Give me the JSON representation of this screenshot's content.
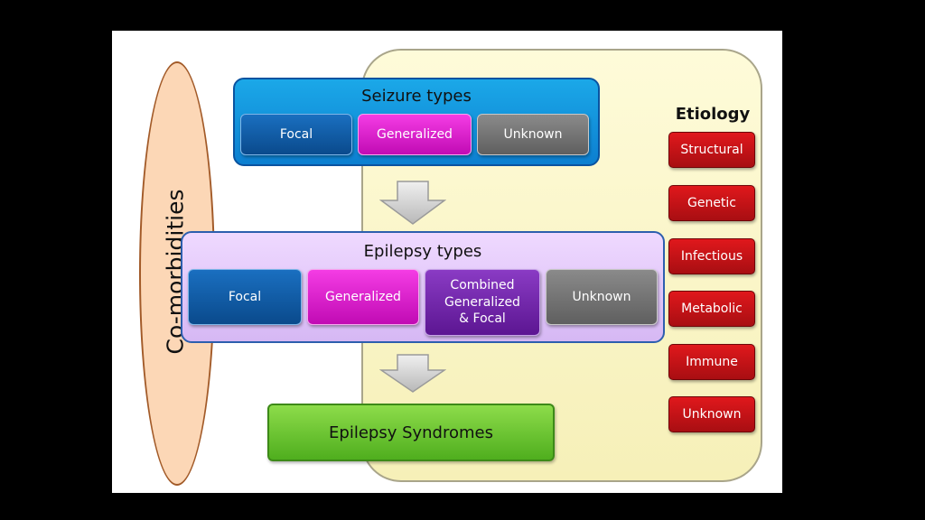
{
  "comorbidities_label": "Co-morbidities",
  "seizure_types": {
    "title": "Seizure types",
    "items": [
      "Focal",
      "Generalized",
      "Unknown"
    ]
  },
  "epilepsy_types": {
    "title": "Epilepsy types",
    "items": [
      "Focal",
      "Generalized",
      "Combined\nGeneralized\n& Focal",
      "Unknown"
    ]
  },
  "epilepsy_syndromes_label": "Epilepsy Syndromes",
  "etiology": {
    "title": "Etiology",
    "items": [
      "Structural",
      "Genetic",
      "Infectious",
      "Metabolic",
      "Immune",
      "Unknown"
    ]
  },
  "colors": {
    "seizure_panel": "#0c7fd0",
    "epilepsy_panel": "#d6b8f4",
    "etiology_panel": "#f6f0b8",
    "etiology_item": "#c8121a",
    "syndromes": "#5cb82a",
    "comorbidities": "#fcd7b6",
    "focal": "#0a4a8c",
    "generalized": "#d51bc8",
    "combined": "#6a1fa3",
    "unknown": "#6e6e6e"
  }
}
